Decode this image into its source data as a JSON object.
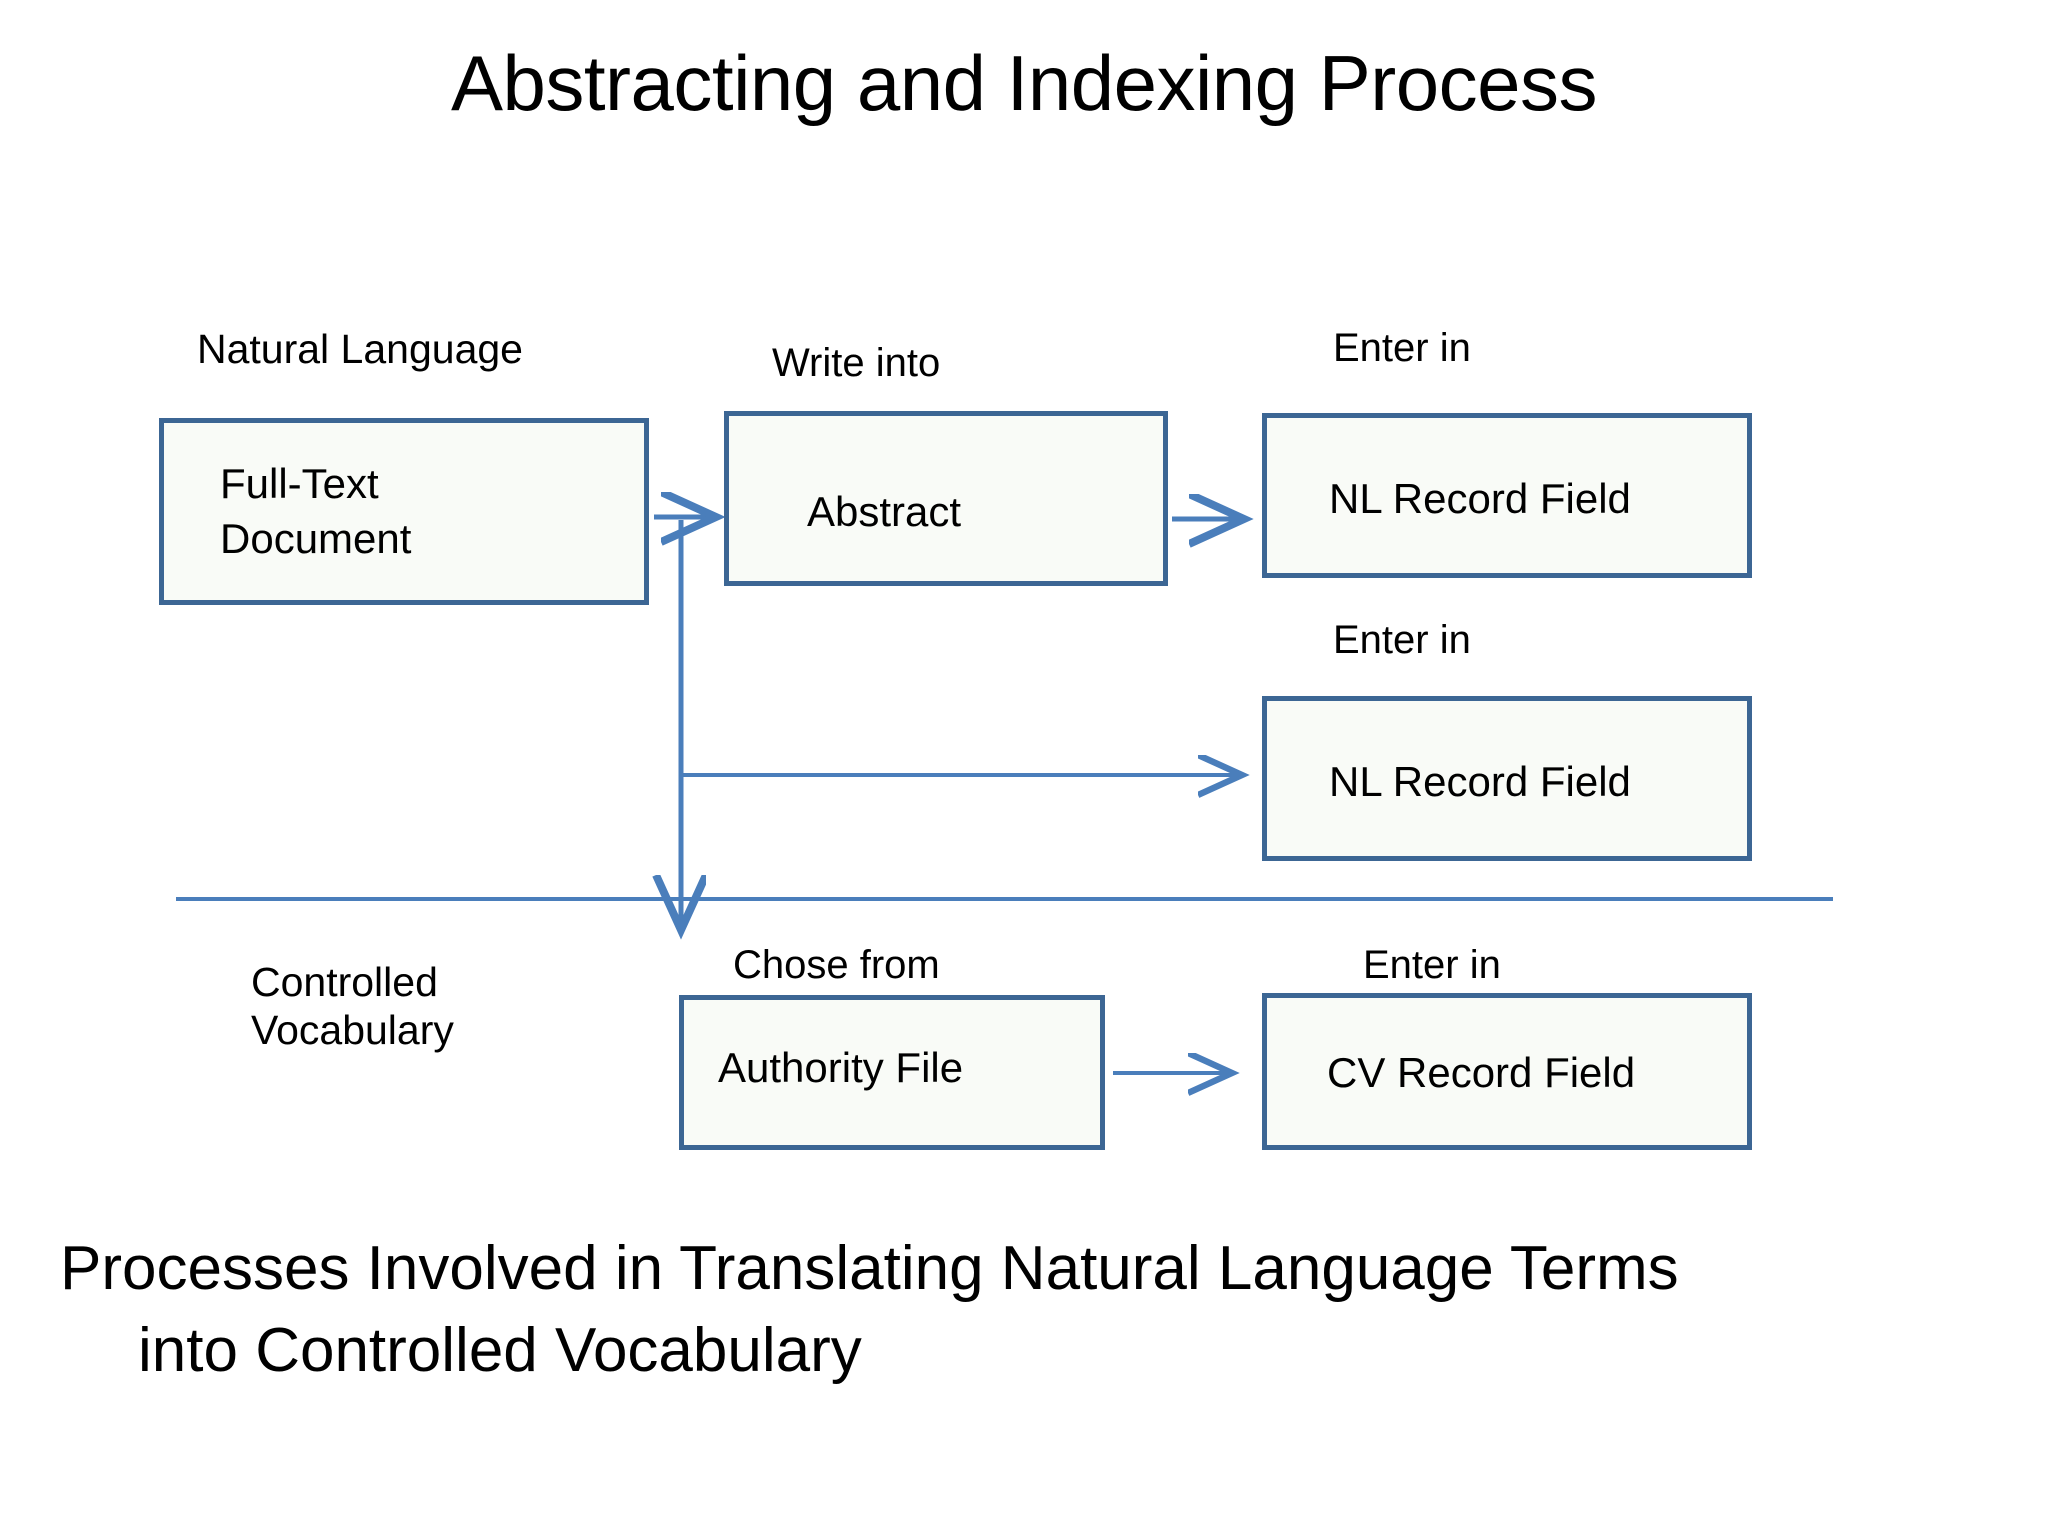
{
  "slide": {
    "title": "Abstracting and Indexing Process",
    "caption_line1": "Processes Involved in Translating Natural Language Terms",
    "caption_line2": "into Controlled Vocabulary",
    "background_color": "#FFFFFF"
  },
  "colors": {
    "box_border": "#3C6694",
    "box_fill": "#F9FBF7",
    "connector": "#4A7EBB",
    "divider": "#4A7EBB",
    "text": "#000000"
  },
  "sections": {
    "natural_language_label": "Natural Language",
    "controlled_vocabulary_label_line1": "Controlled",
    "controlled_vocabulary_label_line2": "Vocabulary"
  },
  "boxes": [
    {
      "id": "full-text-document",
      "line1": "Full-Text",
      "line2": "Document"
    },
    {
      "id": "abstract",
      "label": "Abstract"
    },
    {
      "id": "nl-record-field-1",
      "label": "NL Record Field"
    },
    {
      "id": "nl-record-field-2",
      "label": "NL Record Field"
    },
    {
      "id": "authority-file",
      "label": "Authority File"
    },
    {
      "id": "cv-record-field",
      "label": "CV Record Field"
    }
  ],
  "connector_labels": {
    "write_into": "Write into",
    "enter_in_top": "Enter in",
    "enter_in_middle": "Enter in",
    "chose_from": "Chose from",
    "enter_in_bottom": "Enter in"
  },
  "chart_data": {
    "type": "diagram",
    "title": "Abstracting and Indexing Process",
    "subtitle": "Processes Involved in Translating Natural Language Terms into Controlled Vocabulary",
    "lanes": [
      {
        "name": "Natural Language",
        "nodes": [
          "Full-Text Document",
          "Abstract",
          "NL Record Field",
          "NL Record Field"
        ]
      },
      {
        "name": "Controlled Vocabulary",
        "nodes": [
          "Authority File",
          "CV Record Field"
        ]
      }
    ],
    "edges": [
      {
        "from": "Full-Text Document",
        "to": "Abstract",
        "label": "Write into"
      },
      {
        "from": "Abstract",
        "to": "NL Record Field",
        "label": "Enter in"
      },
      {
        "from": "Full-Text Document",
        "to": "NL Record Field",
        "label": "Enter in"
      },
      {
        "from": "Full-Text Document",
        "to": "Authority File",
        "label": "Chose from"
      },
      {
        "from": "Authority File",
        "to": "CV Record Field",
        "label": "Enter in"
      }
    ]
  }
}
